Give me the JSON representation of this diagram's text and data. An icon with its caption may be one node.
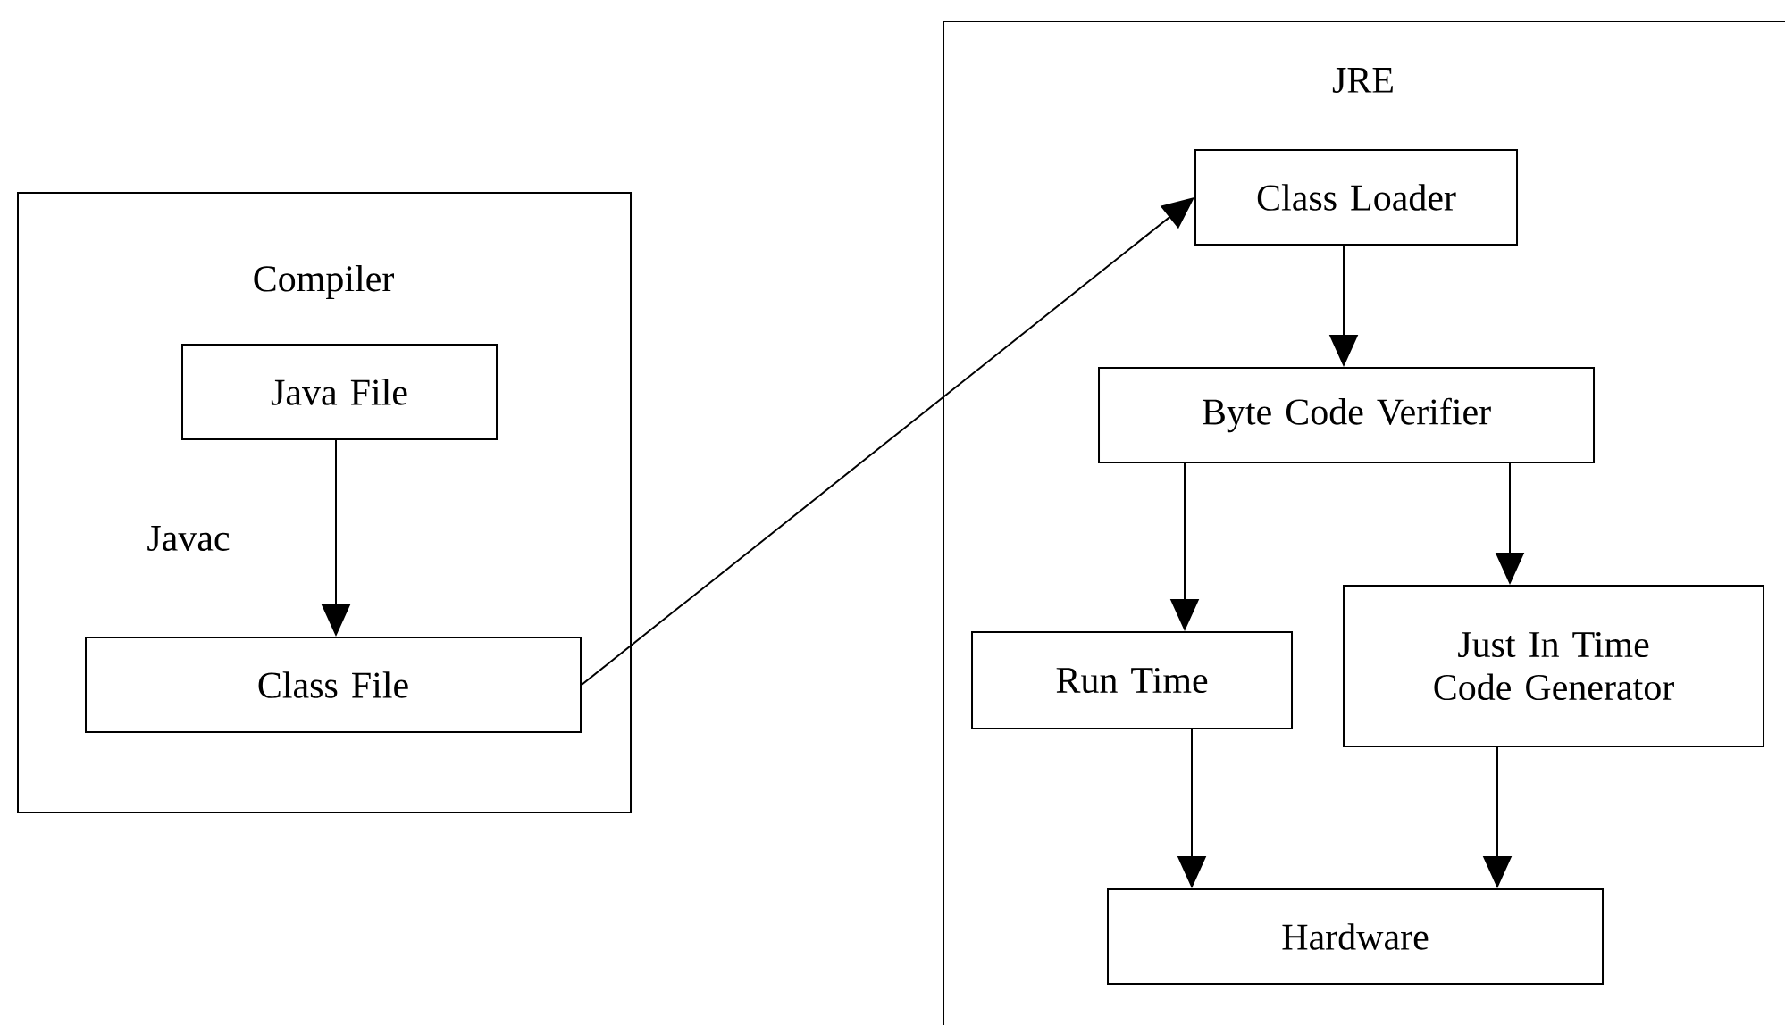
{
  "diagram": {
    "nodes": [
      {
        "text": [
          "Compiler"
        ]
      },
      {
        "text": [
          "Java File"
        ],
        "in": 0
      },
      {
        "text": [
          "Class File"
        ],
        "in": 0
      },
      {
        "text": [
          "JRE"
        ]
      },
      {
        "text": [
          "Class Loader"
        ],
        "in": 3
      },
      {
        "text": [
          "Byte Code Verifier"
        ],
        "in": 3
      },
      {
        "text": [
          "Run Time"
        ],
        "in": 3
      },
      {
        "text": [
          "Just In Time Code Generator"
        ],
        "in": 3
      },
      {
        "text": [
          "Hardware"
        ],
        "in": 3
      }
    ],
    "edges": [
      {
        "from": 1,
        "to": 2,
        "arrow": "to",
        "label": "Javac"
      },
      {
        "from": 2,
        "to": 4,
        "arrow": "to"
      },
      {
        "from": 4,
        "to": 5,
        "arrow": "to"
      },
      {
        "from": 5,
        "to": 6,
        "arrow": "to"
      },
      {
        "from": 5,
        "to": 7,
        "arrow": "to"
      },
      {
        "from": 6,
        "to": 8,
        "arrow": "to"
      },
      {
        "from": 7,
        "to": 8,
        "arrow": "to"
      }
    ]
  }
}
